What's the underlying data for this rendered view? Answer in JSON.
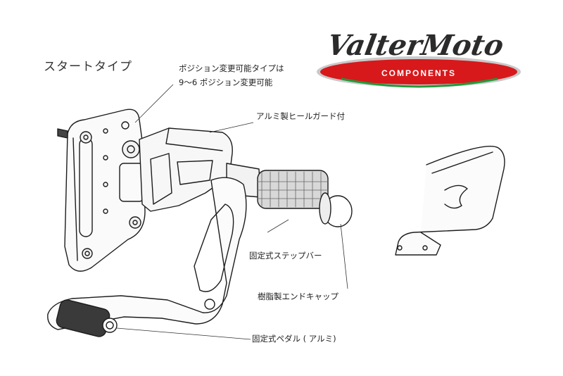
{
  "title": "スタートタイプ",
  "logo": {
    "brand": "ValterMoto",
    "tagline": "COMPONENTS",
    "colors": {
      "brand": "#2b2b2b",
      "band": "#d7191c",
      "tagline": "#ffffff",
      "flag_green": "#1f9a3a",
      "flag_red": "#d7191c"
    }
  },
  "callouts": {
    "position_change": "ポジション変更可能タイプは",
    "position_range": "9～6 ポジション変更可能",
    "heel_guard": "アルミ製ヒールガード付",
    "fixed_step_bar": "固定式ステップバー",
    "resin_cap": "樹脂製エンドキャップ",
    "fixed_pedal": "固定式ペダル ( アルミ)"
  }
}
